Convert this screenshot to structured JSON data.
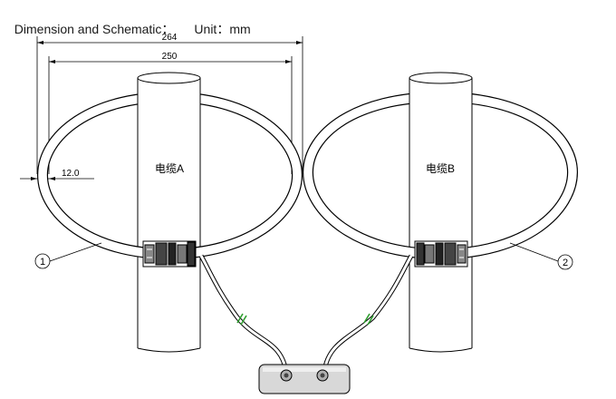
{
  "header": {
    "title": "Dimension and Schematic：",
    "unit": "Unit：mm"
  },
  "dimensions": {
    "outer": "264",
    "inner": "250",
    "thickness": "12.0"
  },
  "cables": {
    "a_label": "电缆A",
    "b_label": "电缆B"
  },
  "callouts": {
    "left": "1",
    "right": "2"
  },
  "colors": {
    "line": "#000000",
    "ring_inner": "#ffffff",
    "break_mark": "#2e9e2e"
  }
}
